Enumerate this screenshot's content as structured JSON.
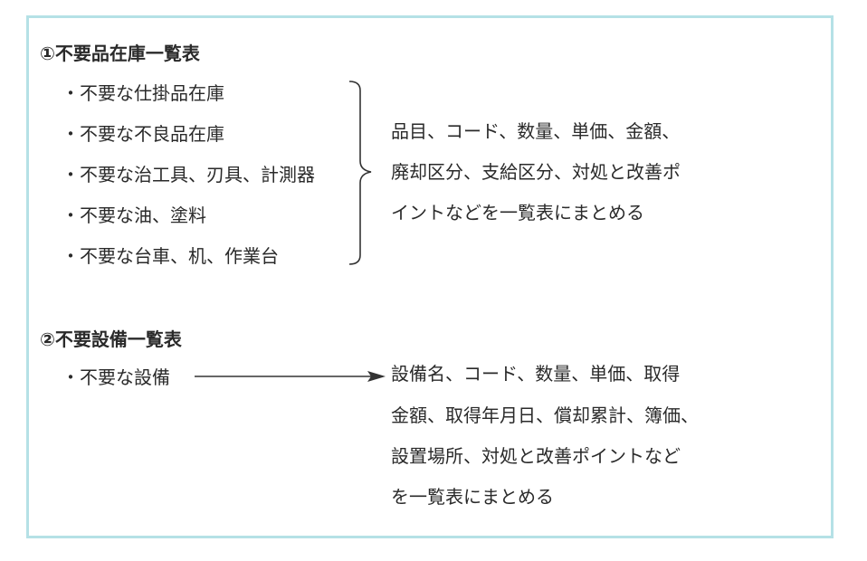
{
  "section1": {
    "heading": "①不要品在庫一覧表",
    "items": [
      "・不要な仕掛品在庫",
      "・不要な不良品在庫",
      "・不要な治工具、刃具、計測器",
      "・不要な油、塗料",
      "・不要な台車、机、作業台"
    ],
    "description": [
      "品目、コード、数量、単価、金額、",
      "廃却区分、支給区分、対処と改善ポ",
      "イントなどを一覧表にまとめる"
    ]
  },
  "section2": {
    "heading": "②不要設備一覧表",
    "items": [
      "・不要な設備"
    ],
    "description": [
      "設備名、コード、数量、単価、取得",
      "金額、取得年月日、償却累計、簿価、",
      "設置場所、対処と改善ポイントなど",
      "を一覧表にまとめる"
    ]
  },
  "colors": {
    "border": "#b5e1e6",
    "text": "#2a2a2a"
  }
}
